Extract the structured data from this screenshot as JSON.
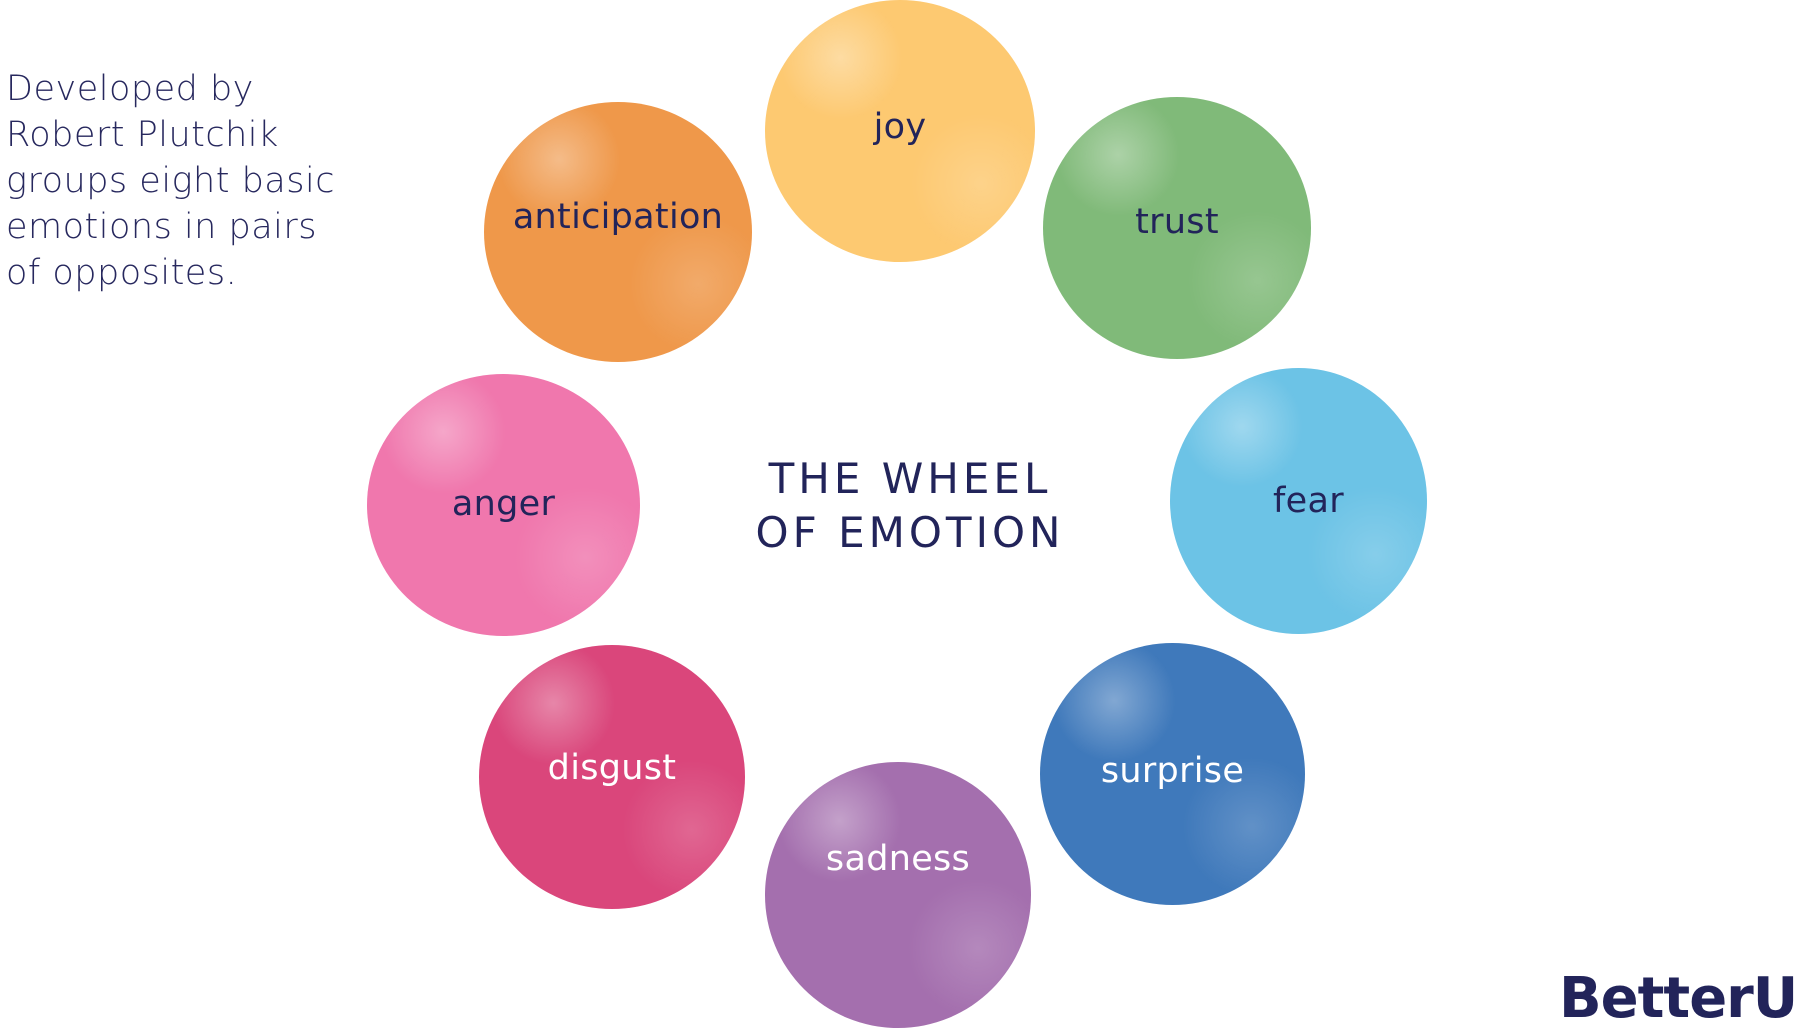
{
  "intro": {
    "lines": [
      "Developed by",
      "Robert Plutchik",
      "groups eight basic",
      "emotions in pairs",
      "of opposites."
    ]
  },
  "title": {
    "line1": "THE WHEEL",
    "line2": "OF EMOTION"
  },
  "emotions": [
    {
      "label": "joy",
      "color": "#fdc971"
    },
    {
      "label": "trust",
      "color": "#80ba79"
    },
    {
      "label": "fear",
      "color": "#6cc3e6"
    },
    {
      "label": "surprise",
      "color": "#3f79bb"
    },
    {
      "label": "sadness",
      "color": "#a46fae"
    },
    {
      "label": "disgust",
      "color": "#da467b"
    },
    {
      "label": "anger",
      "color": "#f077ad"
    },
    {
      "label": "anticipation",
      "color": "#ef984a"
    }
  ],
  "brand": {
    "logo_text": "BetterUp"
  }
}
